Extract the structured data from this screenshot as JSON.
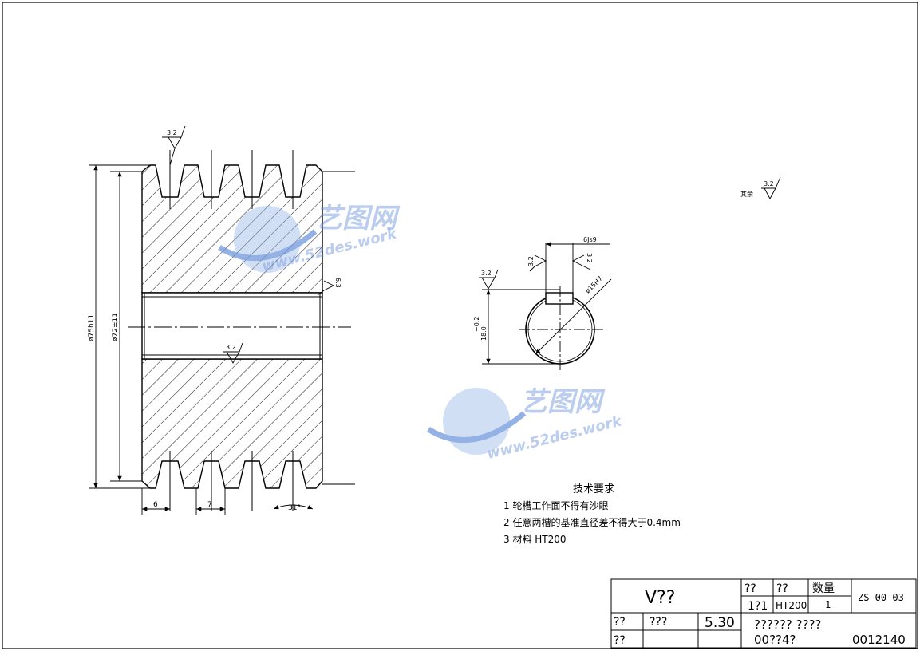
{
  "sheet": {
    "dimensions": {
      "od": "ø75h11",
      "pitch_dia": "ø72±11",
      "groove_width": "6",
      "groove_pitch": "7",
      "groove_angle": "31°",
      "roughness_top": "3.2",
      "roughness_side": "6.3",
      "roughness_bore": "3.2"
    },
    "section": {
      "key_width": "6Js9",
      "bore": "ø15H7",
      "tol": "+0.2",
      "height": "18.0",
      "rough_left": "3.2",
      "rough_key_l": "3.2",
      "rough_key_r": "3.2",
      "rough_section": "3.2"
    },
    "rest_roughness": {
      "label": "其余",
      "value": "3.2"
    },
    "watermark": {
      "logo_text": "艺图网",
      "url": "www.52des.work"
    },
    "requirements": {
      "title": "技术要求",
      "items": [
        "1 轮槽工作面不得有沙眼",
        "2 任意两槽的基准直径差不得大于0.4mm",
        "3 材料  HT200"
      ]
    },
    "title_block": {
      "part_name": "V??",
      "h_scale": "??",
      "h_material": "??",
      "h_qty": "数量",
      "scale": "1?1",
      "material": "HT200",
      "qty": "1",
      "drawing_no": "ZS-00-03",
      "r3c1": "??",
      "r3c2": "???",
      "date": "5.30",
      "r4c1": "??",
      "school": "?????? ????",
      "class_code": "00??4?",
      "student_no": "0012140"
    }
  }
}
